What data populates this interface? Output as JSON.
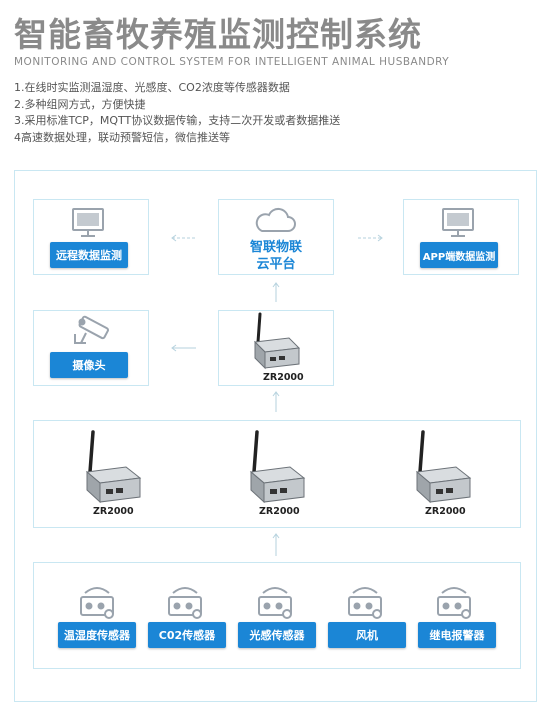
{
  "header": {
    "title": "智能畜牧养殖监测控制系统",
    "subtitle": "MONITORING AND CONTROL SYSTEM FOR INTELLIGENT ANIMAL HUSBANDRY"
  },
  "features": [
    "1.在线时实监测温湿度、光感度、CO2浓度等传感器数据",
    "2.多种组网方式，方便快捷",
    "3.采用标准TCP，MQTT协议数据传输，支持二次开发或者数据推送",
    "4高速数据处理，联动预警短信，微信推送等"
  ],
  "nodes": {
    "remote_monitor": "远程数据监测",
    "cloud_line1": "智联物联",
    "cloud_line2": "云平台",
    "app_monitor": "APP端数据监测",
    "camera": "摄像头",
    "gateway_top": "ZR2000",
    "gateways": [
      "ZR2000",
      "ZR2000",
      "ZR2000"
    ]
  },
  "sensors": [
    "温湿度传感器",
    "C02传感器",
    "光感传感器",
    "风机",
    "继电报警器"
  ],
  "colors": {
    "accent": "#1b86d6",
    "border": "#c9e7f2",
    "icon": "#9aa3ad",
    "arrow": "#b6d2de"
  }
}
